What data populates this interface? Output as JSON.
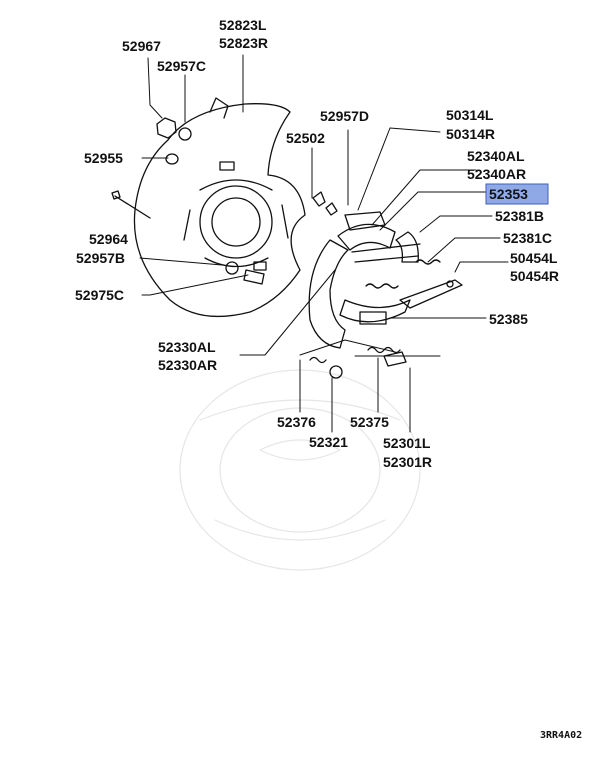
{
  "labels": {
    "p52967": "52967",
    "p52823l": "52823L",
    "p52823r": "52823R",
    "p52957c": "52957C",
    "p52957d": "52957D",
    "p52502": "52502",
    "p52955": "52955",
    "p52964": "52964",
    "p52957b": "52957B",
    "p52975c": "52975C",
    "p50314l": "50314L",
    "p50314r": "50314R",
    "p52340al": "52340AL",
    "p52340ar": "52340AR",
    "p52353": "52353",
    "p52381b": "52381B",
    "p52381c": "52381C",
    "p50454l": "50454L",
    "p50454r": "50454R",
    "p52385": "52385",
    "p52330al": "52330AL",
    "p52330ar": "52330AR",
    "p52376": "52376",
    "p52375": "52375",
    "p52321": "52321",
    "p52301l": "52301L",
    "p52301r": "52301R"
  },
  "diagram_code": "3RR4A02",
  "highlight_color": "#8fa9e6"
}
